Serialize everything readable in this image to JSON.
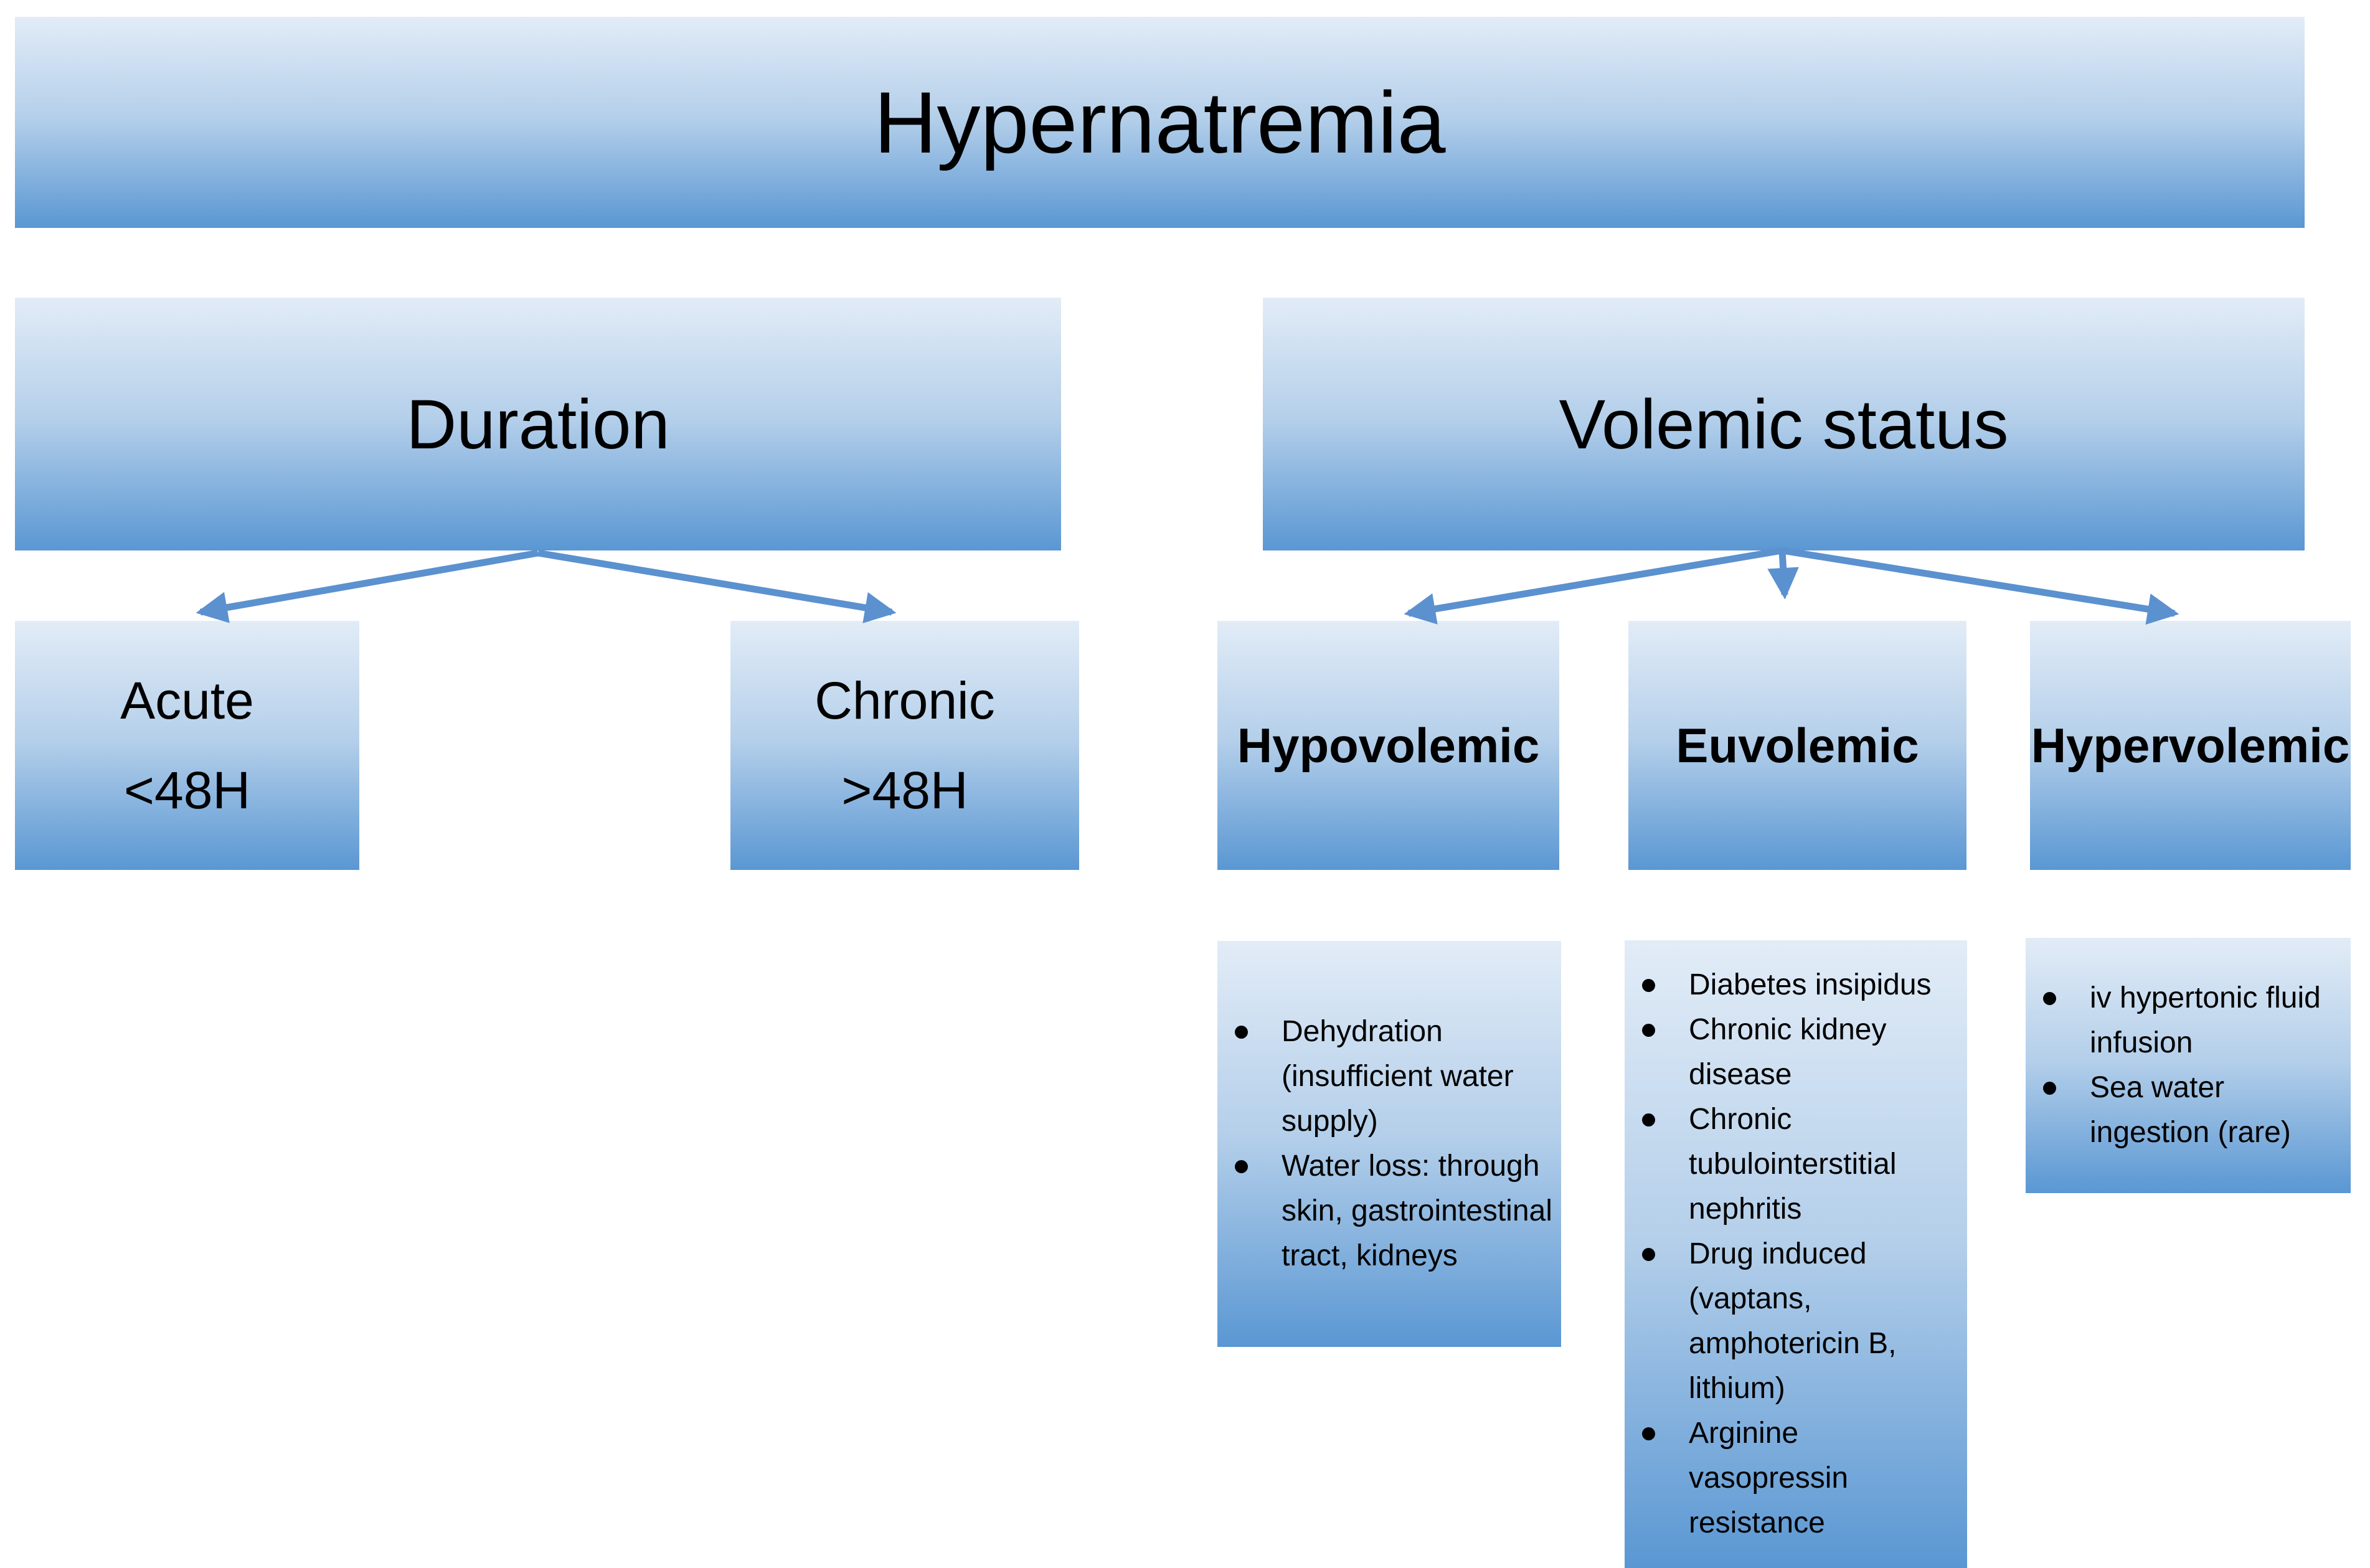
{
  "title": "Hypernatremia",
  "branches": {
    "duration": {
      "header": "Duration",
      "children": [
        {
          "line1": "Acute",
          "line2": "<48H"
        },
        {
          "line1": "Chronic",
          "line2": ">48H"
        }
      ]
    },
    "volemic": {
      "header": "Volemic status",
      "children": [
        {
          "label": "Hypovolemic",
          "causes": [
            "Dehydration (insufficient water supply)",
            "Water loss: through skin, gastrointestinal tract, kidneys"
          ]
        },
        {
          "label": "Euvolemic",
          "causes": [
            "Diabetes insipidus",
            "Chronic kidney disease",
            "Chronic tubulointerstitial nephritis",
            "Drug induced (vaptans, amphotericin B, lithium)",
            "Arginine vasopressin resistance"
          ]
        },
        {
          "label": "Hypervolemic",
          "causes": [
            "iv hypertonic fluid infusion",
            "Sea water ingestion (rare)"
          ]
        }
      ]
    }
  },
  "colors": {
    "box_gradient_top": "#e2ecf7",
    "box_gradient_bottom": "#5a97d3",
    "arrow": "#5b91cf",
    "text": "#000000",
    "background": "#ffffff"
  }
}
